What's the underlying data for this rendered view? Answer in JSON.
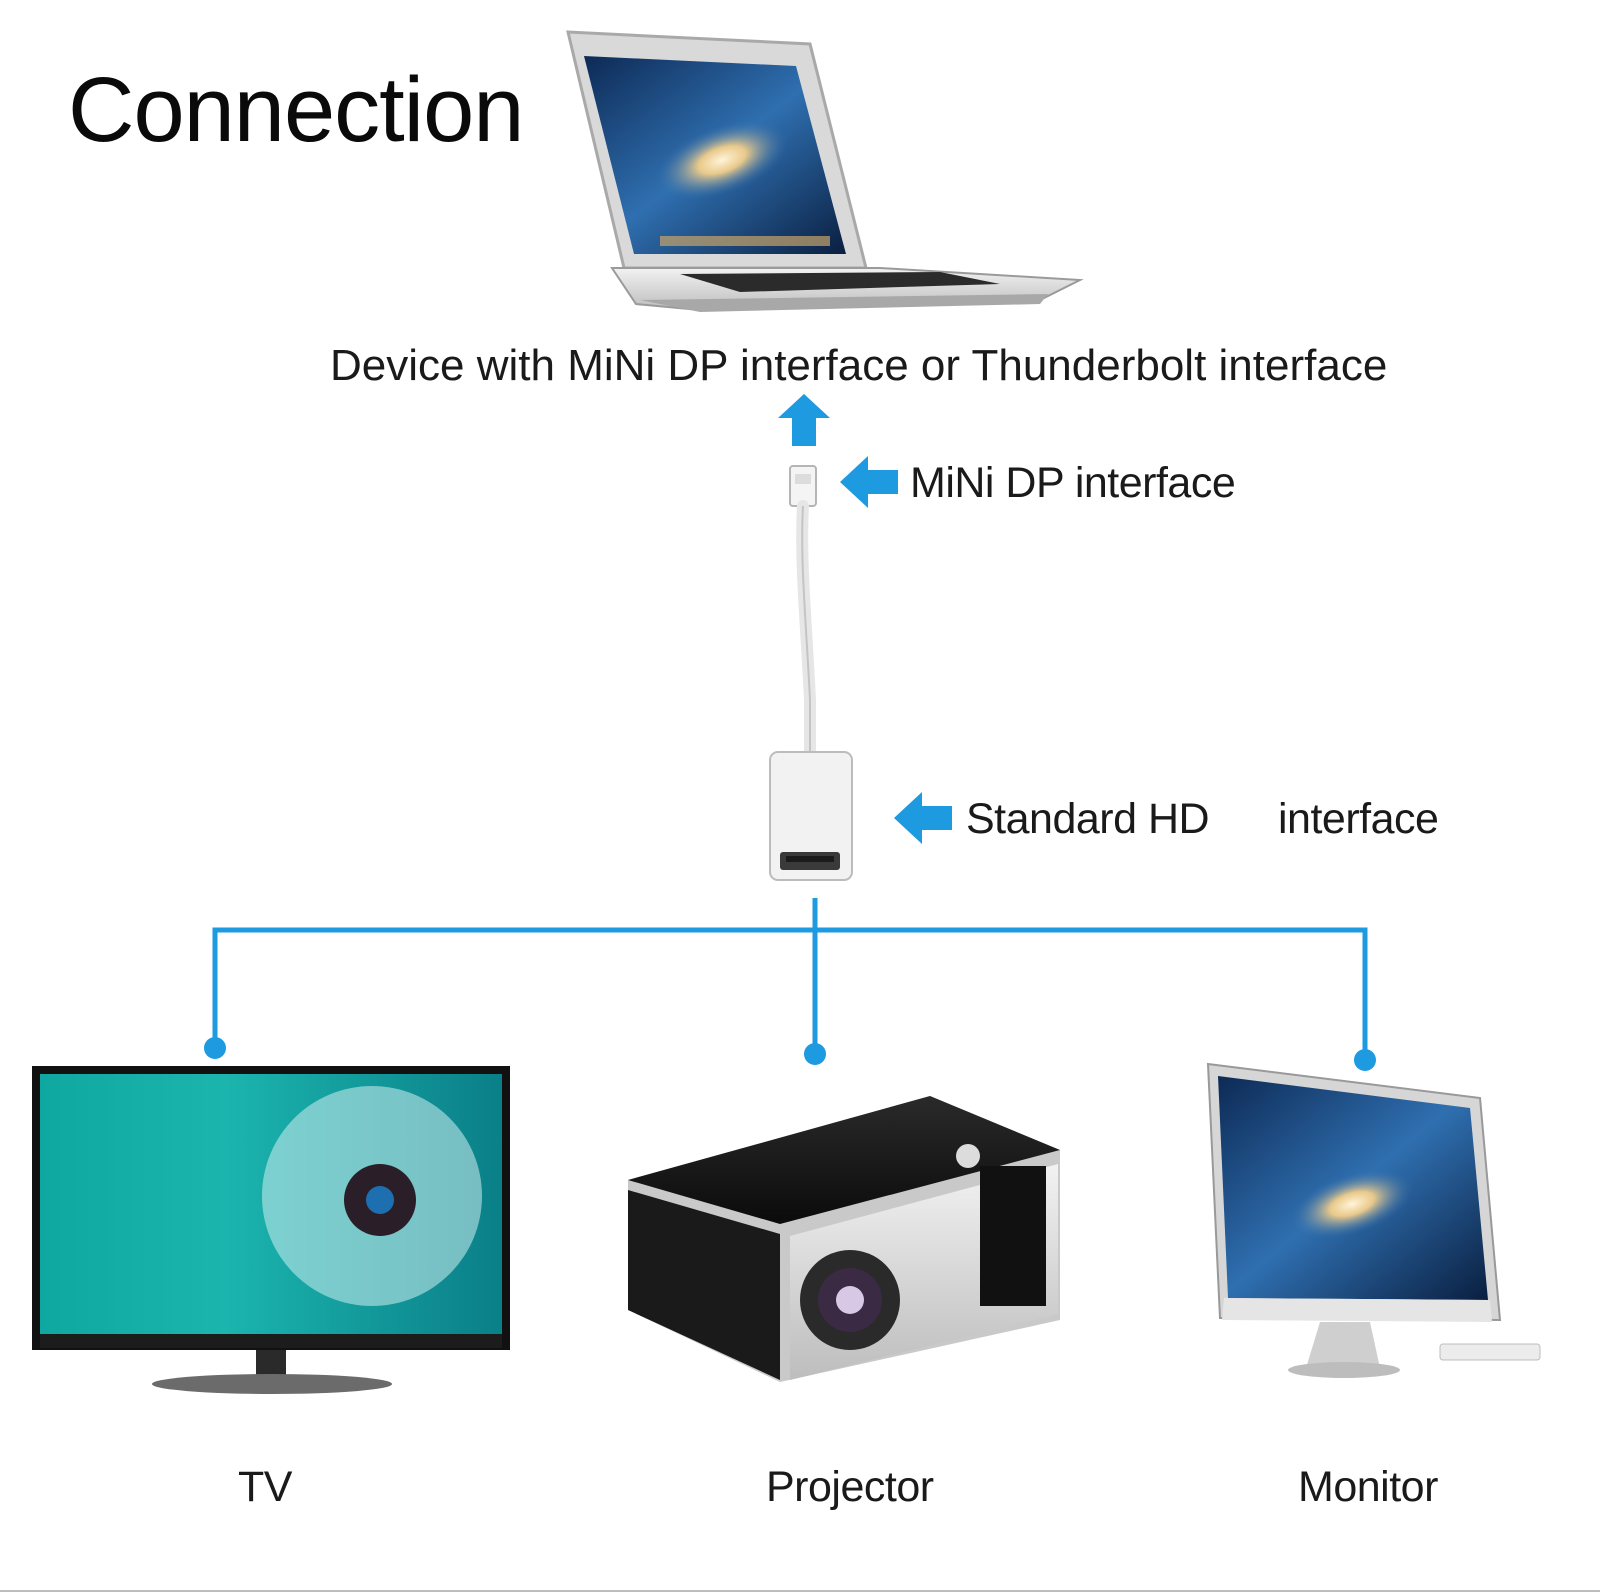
{
  "title": "Connection",
  "source_device": {
    "label": "Device with MiNi DP interface or Thunderbolt interface",
    "icon": "laptop-icon"
  },
  "adapter": {
    "mini_dp_label": "MiNi DP interface",
    "standard_label_part1": "Standard HD",
    "standard_label_part2": "interface",
    "icon": "adapter-cable-icon"
  },
  "targets": [
    {
      "label": "TV",
      "icon": "tv-icon"
    },
    {
      "label": "Projector",
      "icon": "projector-icon"
    },
    {
      "label": "Monitor",
      "icon": "monitor-icon"
    }
  ],
  "colors": {
    "connector_blue": "#1e9ae0",
    "text": "#1a1a1a"
  }
}
